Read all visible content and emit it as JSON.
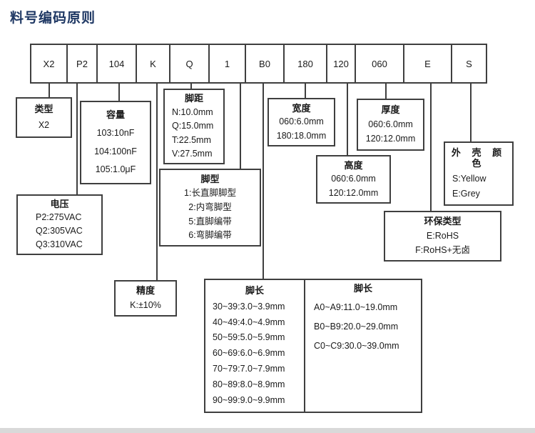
{
  "page_title": "料号编码原则",
  "accent_color": "#1f3864",
  "code_segments": [
    "X2",
    "P2",
    "104",
    "K",
    "Q",
    "1",
    "B0",
    "180",
    "120",
    "060",
    "E",
    "S"
  ],
  "legend": {
    "type": {
      "title": "类型",
      "items": [
        "X2"
      ]
    },
    "capacity": {
      "title": "容量",
      "items": [
        "103:10nF",
        "104:100nF",
        "105:1.0μF"
      ]
    },
    "pitch": {
      "title": "脚距",
      "items": [
        "N:10.0mm",
        "Q:15.0mm",
        "T:22.5mm",
        "V:27.5mm"
      ]
    },
    "width": {
      "title": "宽度",
      "items": [
        "060:6.0mm",
        "180:18.0mm"
      ]
    },
    "thickness": {
      "title": "厚度",
      "items": [
        "060:6.0mm",
        "120:12.0mm"
      ]
    },
    "height": {
      "title": "高度",
      "items": [
        "060:6.0mm",
        "120:12.0mm"
      ]
    },
    "case_color": {
      "title": "外 壳 颜 色",
      "items": [
        "S:Yellow",
        "E:Grey"
      ]
    },
    "voltage": {
      "title": "电压",
      "items": [
        "P2:275VAC",
        "Q2:305VAC",
        "Q3:310VAC"
      ]
    },
    "pin_style": {
      "title": "脚型",
      "items": [
        "1:长直脚脚型",
        "2:内弯脚型",
        "5:直脚编带",
        "6:弯脚编带"
      ]
    },
    "eco_type": {
      "title": "环保类型",
      "items": [
        "E:RoHS",
        "F:RoHS+无卤"
      ]
    },
    "tolerance": {
      "title": "精度",
      "items": [
        "K:±10%"
      ]
    },
    "lead_length_numeric": {
      "title": "脚长",
      "items": [
        "30~39:3.0~3.9mm",
        "40~49:4.0~4.9mm",
        "50~59:5.0~5.9mm",
        "60~69:6.0~6.9mm",
        "70~79:7.0~7.9mm",
        "80~89:8.0~8.9mm",
        "90~99:9.0~9.9mm"
      ]
    },
    "lead_length_alpha": {
      "title": "脚长",
      "items": [
        "A0~A9:11.0~19.0mm",
        "B0~B9:20.0~29.0mm",
        "C0~C9:30.0~39.0mm"
      ]
    }
  }
}
